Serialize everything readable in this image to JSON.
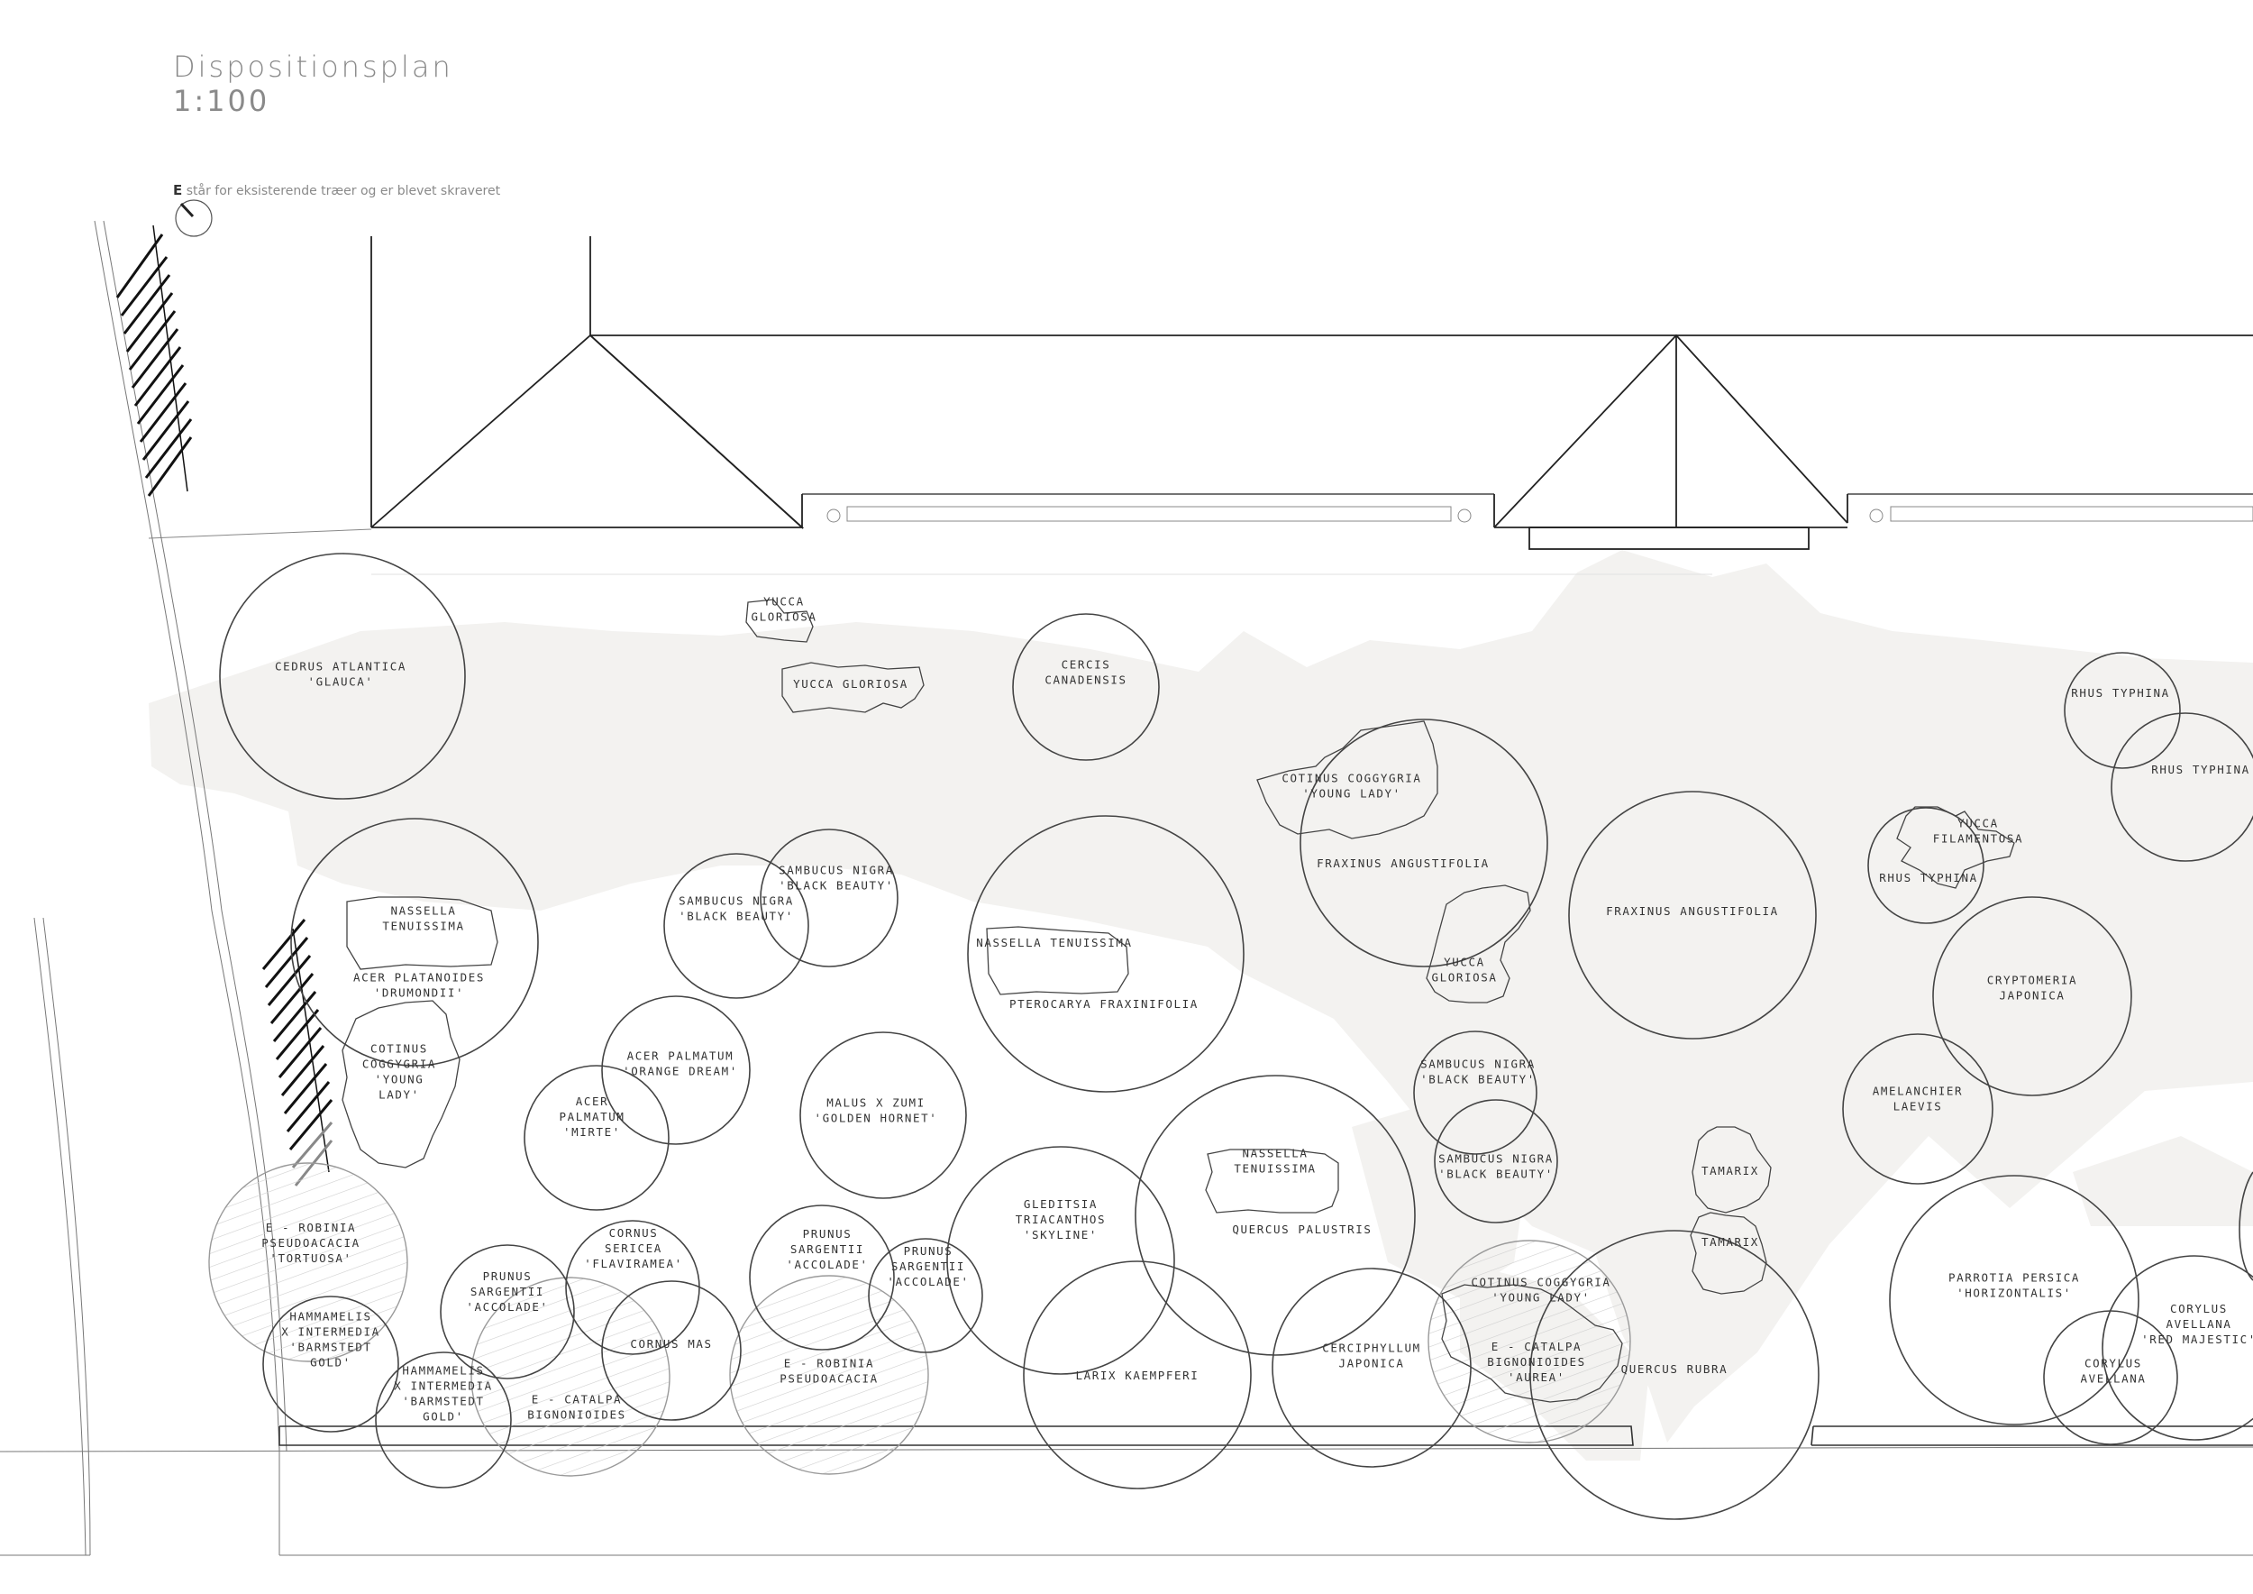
{
  "title": "Dispositionsplan",
  "scale": "1:100",
  "legend": {
    "marker": "E",
    "text": "står for eksisterende træer og er blevet skraveret"
  },
  "colors": {
    "line": "#333333",
    "circle": "#444444",
    "hedge": "#f3f2f0",
    "existing": "#9a9a9a"
  },
  "plants": [
    {
      "id": "cedrus",
      "lines": [
        "Cedrus atlantica",
        "'Glauca'"
      ]
    },
    {
      "id": "yucca-1",
      "lines": [
        "Yucca",
        "gloriosa"
      ]
    },
    {
      "id": "yucca-2",
      "lines": [
        "Yucca gloriosa"
      ]
    },
    {
      "id": "cercis",
      "lines": [
        "Cercis",
        "canadensis"
      ]
    },
    {
      "id": "cotinus-1",
      "lines": [
        "Cotinus coggygria",
        "'Young Lady'"
      ]
    },
    {
      "id": "fraxinus-1",
      "lines": [
        "Fraxinus angustifolia"
      ]
    },
    {
      "id": "fraxinus-2",
      "lines": [
        "Fraxinus angustifolia"
      ]
    },
    {
      "id": "rhus-1",
      "lines": [
        "Rhus typhina"
      ]
    },
    {
      "id": "rhus-2",
      "lines": [
        "Rhus typhina"
      ]
    },
    {
      "id": "yucca-3",
      "lines": [
        "Yucca",
        "filamentosa"
      ]
    },
    {
      "id": "rhus-3",
      "lines": [
        "Rhus typhina"
      ]
    },
    {
      "id": "nassella-1",
      "lines": [
        "Nassella",
        "tenuissima"
      ]
    },
    {
      "id": "acer-plat",
      "lines": [
        "Acer platanoides",
        "'Drumondii'"
      ]
    },
    {
      "id": "cotinus-2",
      "lines": [
        "Cotinus",
        "coggygria",
        "'Young",
        "Lady'"
      ]
    },
    {
      "id": "sambucus-1",
      "lines": [
        "Sambucus nigra",
        "'Black beauty'"
      ]
    },
    {
      "id": "sambucus-2",
      "lines": [
        "Sambucus nigra",
        "'Black beauty'"
      ]
    },
    {
      "id": "nassella-2",
      "lines": [
        "Nassella tenuissima"
      ]
    },
    {
      "id": "pterocarya",
      "lines": [
        "Pterocarya fraxinifolia"
      ]
    },
    {
      "id": "yucca-4",
      "lines": [
        "Yucca",
        "gloriosa"
      ]
    },
    {
      "id": "cryptomeria",
      "lines": [
        "Cryptomeria",
        "japonica"
      ]
    },
    {
      "id": "acer-palm-1",
      "lines": [
        "Acer palmatum",
        "'Orange dream'"
      ]
    },
    {
      "id": "acer-palm-2",
      "lines": [
        "Acer",
        "palmatum",
        "'Mirte'"
      ]
    },
    {
      "id": "malus",
      "lines": [
        "Malus x zumi",
        "'Golden hornet'"
      ]
    },
    {
      "id": "sambucus-3",
      "lines": [
        "Sambucus nigra",
        "'Black beauty'"
      ]
    },
    {
      "id": "sambucus-4",
      "lines": [
        "Sambucus nigra",
        "'Black beauty'"
      ]
    },
    {
      "id": "amelanchier",
      "lines": [
        "Amelanchier",
        "laevis"
      ]
    },
    {
      "id": "nassella-3",
      "lines": [
        "Nassella",
        "tenuissima"
      ]
    },
    {
      "id": "quercus-pal",
      "lines": [
        "Quercus palustris"
      ]
    },
    {
      "id": "tamarix-1",
      "lines": [
        "Tamarix"
      ]
    },
    {
      "id": "tamarix-2",
      "lines": [
        "Tamarix"
      ]
    },
    {
      "id": "robinia-1",
      "lines": [
        "E - Robinia",
        "pseudoacacia",
        "'Tortuosa'"
      ]
    },
    {
      "id": "gleditsia",
      "lines": [
        "Gleditsia",
        "triacanthos",
        "'Skyline'"
      ]
    },
    {
      "id": "cornus-ser",
      "lines": [
        "Cornus",
        "sericea",
        "'Flaviramea'"
      ]
    },
    {
      "id": "prunus-1",
      "lines": [
        "Prunus",
        "sargentii",
        "'Accolade'"
      ]
    },
    {
      "id": "prunus-2",
      "lines": [
        "Prunus",
        "sargentii",
        "'Accolade'"
      ]
    },
    {
      "id": "prunus-3",
      "lines": [
        "Prunus",
        "sargentii",
        "'Accolade'"
      ]
    },
    {
      "id": "parrotia",
      "lines": [
        "Parrotia persica",
        "'Horizontalis'"
      ]
    },
    {
      "id": "cotinus-3",
      "lines": [
        "Cotinus coggygria",
        "'Young Lady'"
      ]
    },
    {
      "id": "corylus-1",
      "lines": [
        "Corylus",
        "avellana",
        "'Red majestic'"
      ]
    },
    {
      "id": "hamamelis-1",
      "lines": [
        "Hammamelis",
        "x intermedia",
        "'Barmstedt",
        "Gold'"
      ]
    },
    {
      "id": "cornus-mas",
      "lines": [
        "Cornus mas"
      ]
    },
    {
      "id": "robinia-2",
      "lines": [
        "E - Robinia",
        "pseudoacacia"
      ]
    },
    {
      "id": "larix",
      "lines": [
        "Larix kaempferi"
      ]
    },
    {
      "id": "cercidiphyllum",
      "lines": [
        "Cerciphyllum",
        "japonica"
      ]
    },
    {
      "id": "catalpa-1",
      "lines": [
        "E - Catalpa",
        "bignonioides",
        "'Aurea'"
      ]
    },
    {
      "id": "quercus-rubra",
      "lines": [
        "Quercus rubra"
      ]
    },
    {
      "id": "corylus-2",
      "lines": [
        "Corylus",
        "avellana"
      ]
    },
    {
      "id": "hamamelis-2",
      "lines": [
        "Hammamelis",
        "x intermedia",
        "'Barmstedt",
        "Gold'"
      ]
    },
    {
      "id": "catalpa-2",
      "lines": [
        "E - Catalpa",
        "bignonioides"
      ]
    }
  ]
}
